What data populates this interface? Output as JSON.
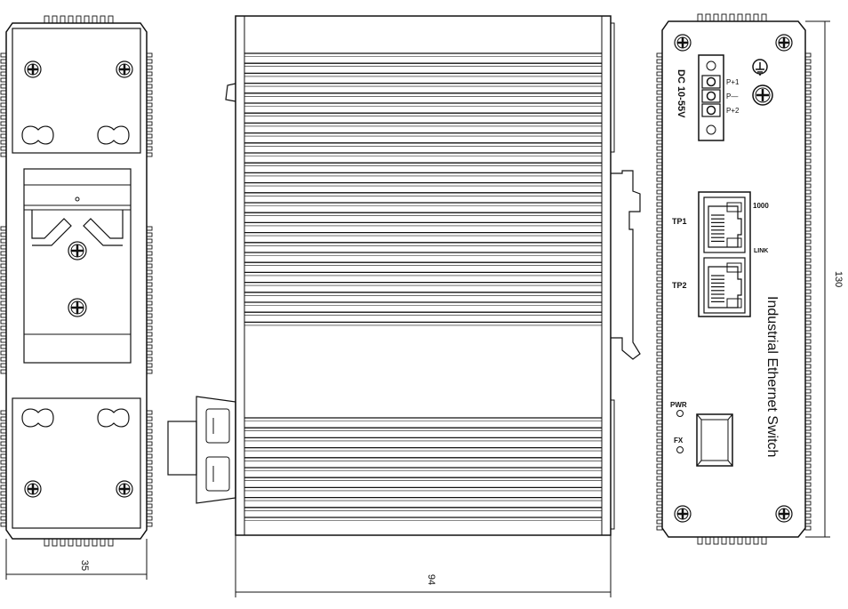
{
  "front_panel": {
    "power_label": "DC 10-55V",
    "terminals": [
      "P+1",
      "P—",
      "P+2"
    ],
    "ports": [
      {
        "name": "TP1",
        "led_top": "1000",
        "led_bottom": "LINK"
      },
      {
        "name": "TP2"
      }
    ],
    "leds": [
      "PWR",
      "FX"
    ],
    "product_name": "Industrial Ethernet Switch"
  },
  "dimensions": {
    "width": "35",
    "depth": "94",
    "height": "130"
  },
  "icons": [
    "ground-icon",
    "screw-icon",
    "rj45-port-icon",
    "fiber-port-icon",
    "din-rail-clip-icon"
  ]
}
